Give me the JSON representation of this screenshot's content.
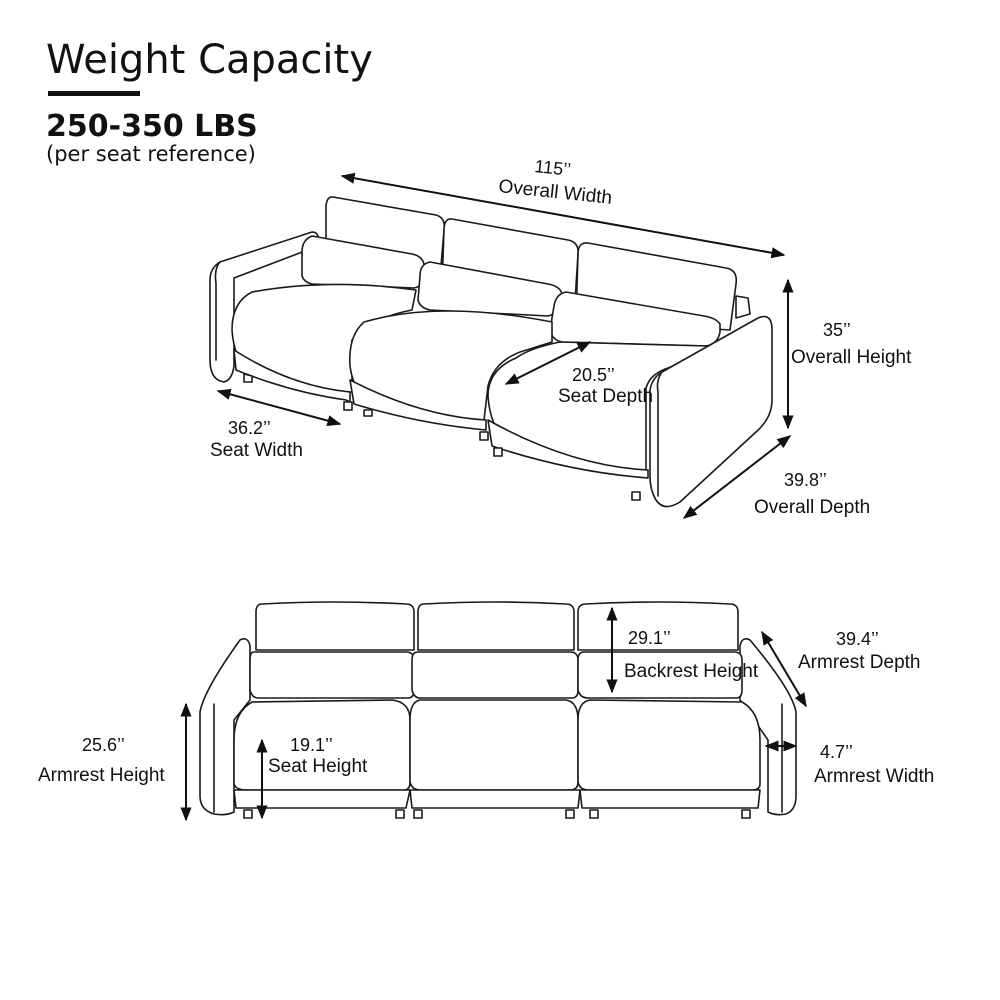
{
  "header": {
    "title": "Weight Capacity",
    "capacity": "250-350 LBS",
    "note": "(per seat reference)",
    "underline_color": "#111111"
  },
  "top_view": {
    "overall_width": {
      "value": "115’’",
      "label": "Overall Width"
    },
    "overall_height": {
      "value": "35’’",
      "label": "Overall  Height"
    },
    "seat_depth": {
      "value": "20.5’’",
      "label": "Seat Depth"
    },
    "seat_width": {
      "value": "36.2’’",
      "label": "Seat Width"
    },
    "overall_depth": {
      "value": "39.8’’",
      "label": "Overall Depth"
    }
  },
  "front_view": {
    "backrest_height": {
      "value": "29.1’’",
      "label": "Backrest Height"
    },
    "armrest_depth": {
      "value": "39.4’’",
      "label": "Armrest Depth"
    },
    "armrest_height": {
      "value": "25.6’’",
      "label": "Armrest Height"
    },
    "seat_height": {
      "value": "19.1’’",
      "label": "Seat Height"
    },
    "armrest_width": {
      "value": "4.7’’",
      "label": "Armrest Width"
    }
  },
  "colors": {
    "line": "#1a1a1a",
    "background": "#ffffff"
  }
}
